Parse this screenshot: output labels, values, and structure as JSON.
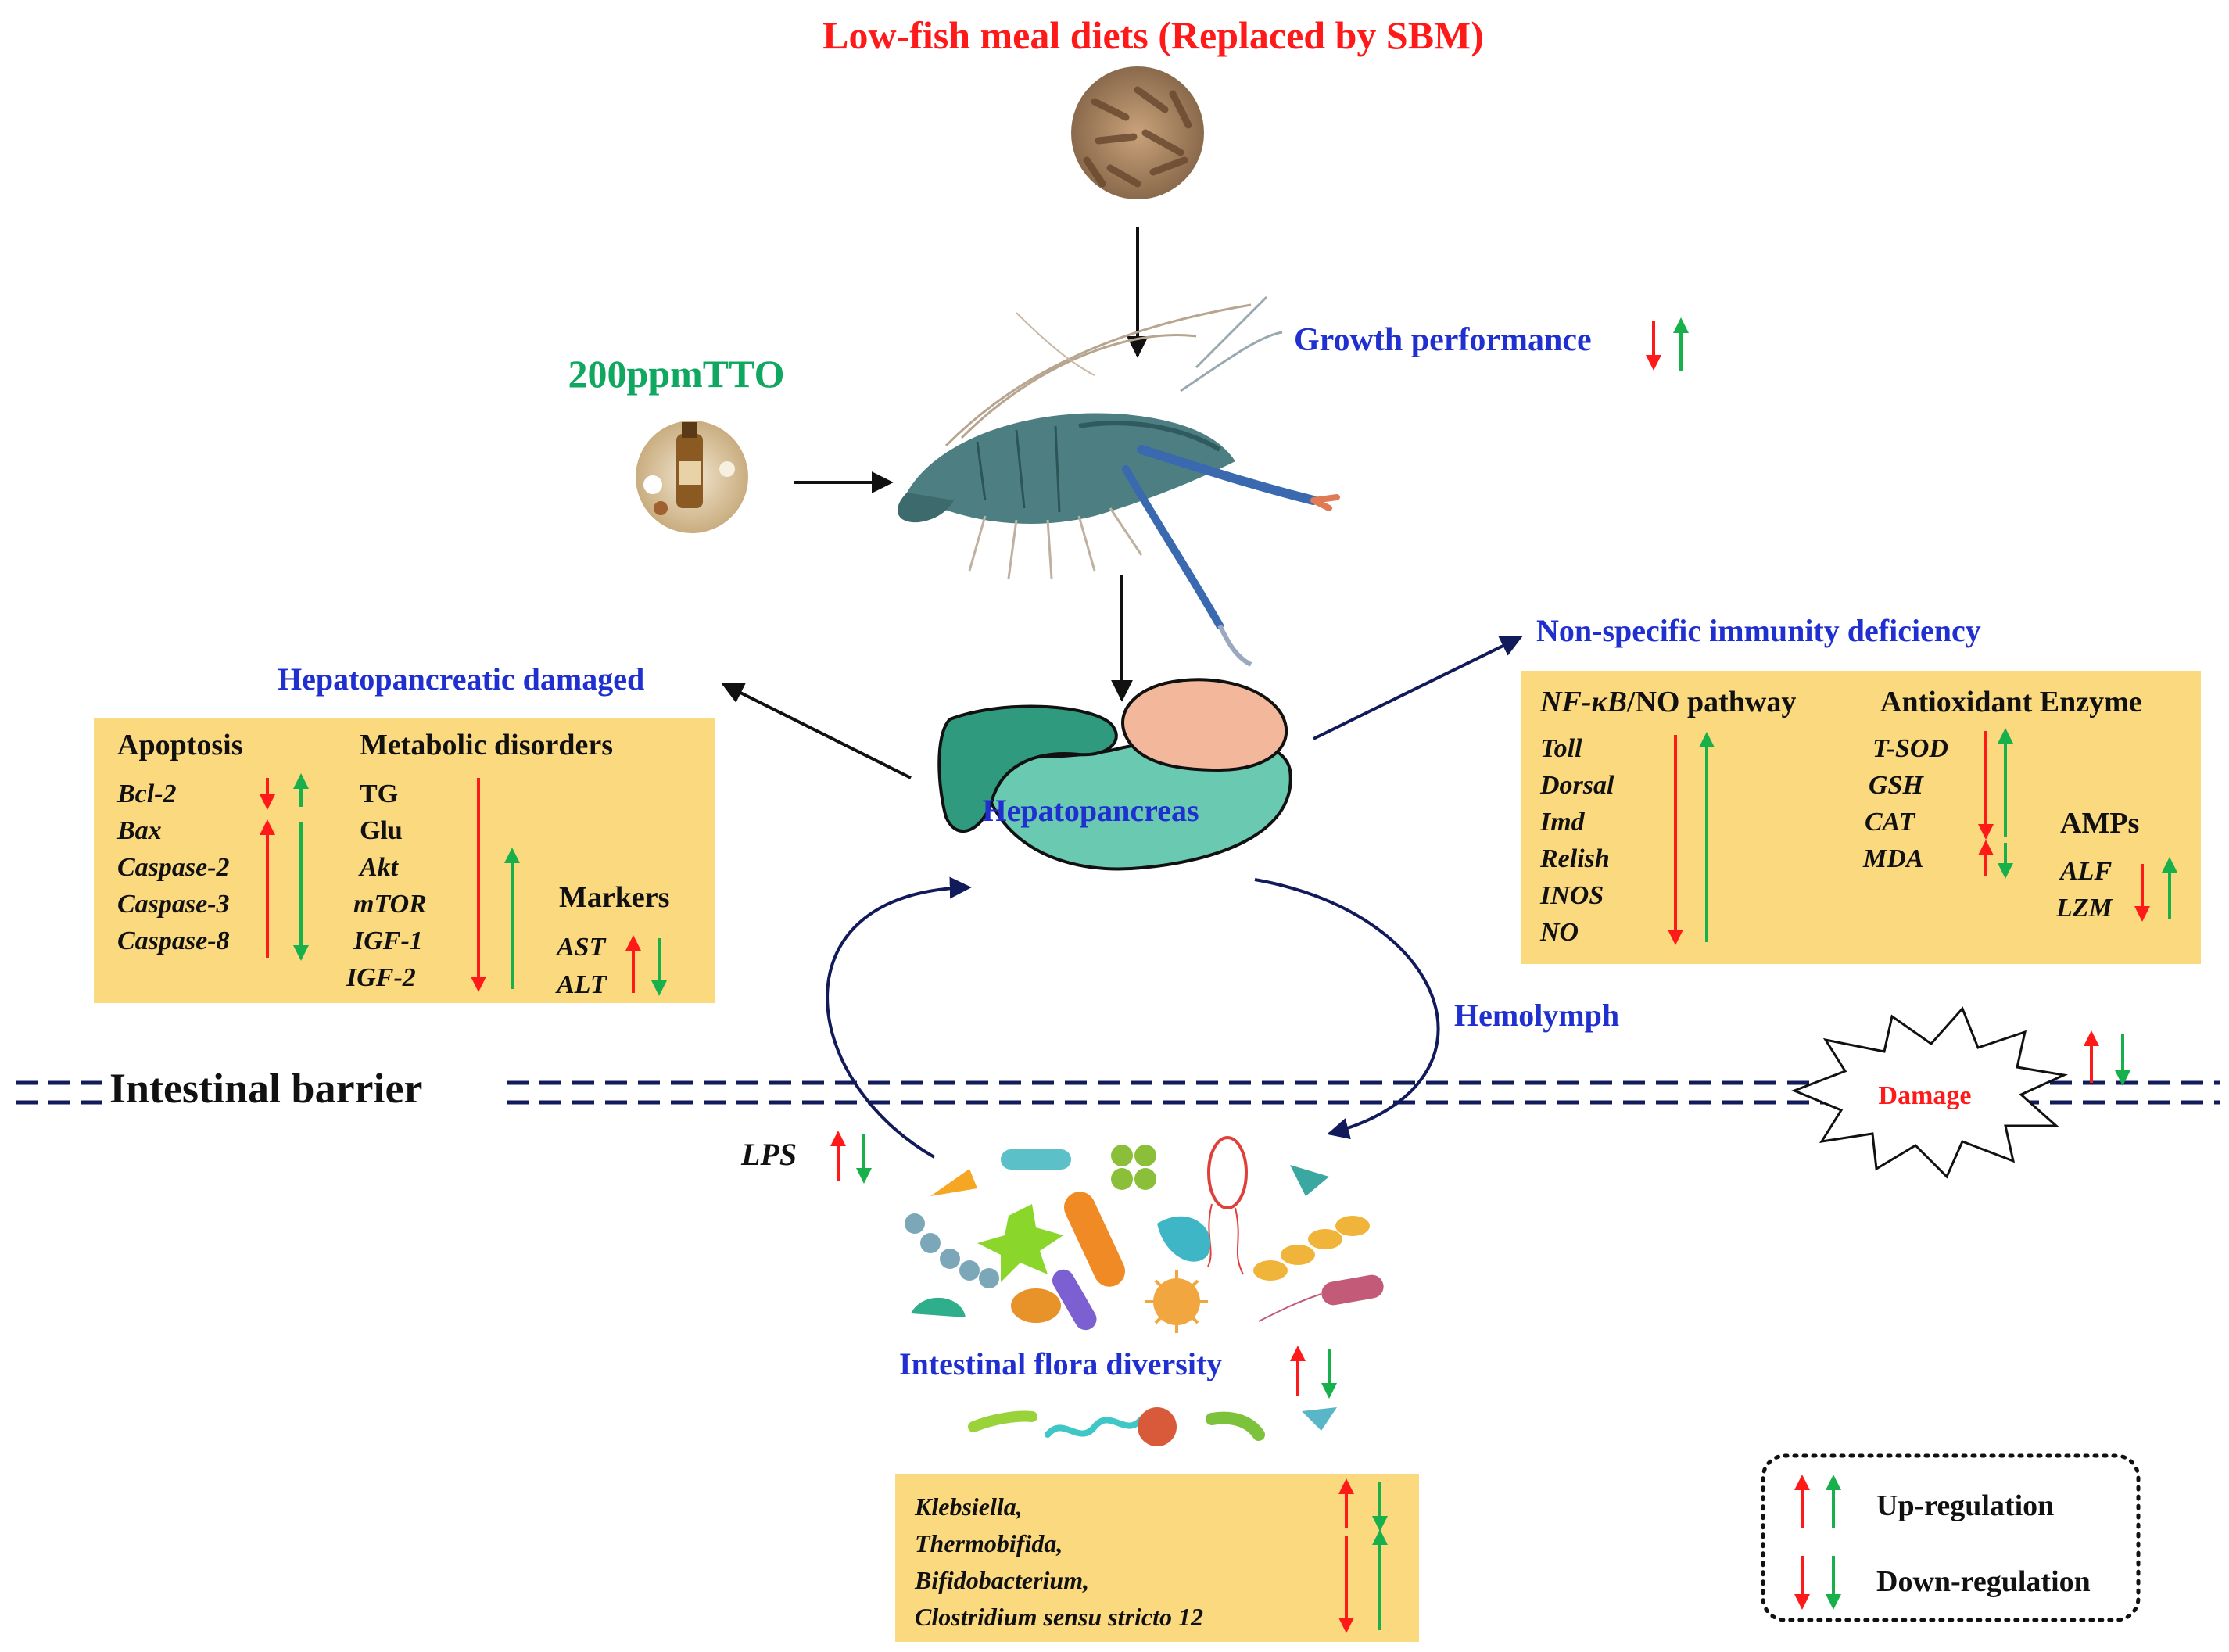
{
  "title": "Low-fish meal diets (Replaced by SBM)",
  "tto_label": "200ppmTTO",
  "growth_label": "Growth performance",
  "hepatopancreas_label": "Hepatopancreas",
  "hepatopancreatic_damaged": "Hepatopancreatic damaged",
  "nonspecific_immunity": "Non-specific immunity deficiency",
  "hemolymph": "Hemolymph",
  "intestinal_barrier": "Intestinal barrier",
  "damage": "Damage",
  "lps": "LPS",
  "flora_label": "Intestinal flora diversity",
  "left_box": {
    "apoptosis_title": "Apoptosis",
    "apoptosis_items": [
      "Bcl-2",
      "Bax",
      "Caspase-2",
      "Caspase-3",
      "Caspase-8"
    ],
    "metabolic_title": "Metabolic disorders",
    "metabolic_items": [
      "TG",
      "Glu",
      "Akt",
      "mTOR",
      "IGF-1",
      "IGF-2"
    ],
    "markers_title": "Markers",
    "markers_items": [
      "AST",
      "ALT"
    ]
  },
  "right_box": {
    "nfkb_title_italic": "NF-κB",
    "nfkb_title_rest": "/NO pathway",
    "nfkb_items": [
      "Toll",
      "Dorsal",
      "Imd",
      "Relish",
      "INOS",
      "NO"
    ],
    "antioxidant_title": "Antioxidant Enzyme",
    "antioxidant_items": [
      "T-SOD",
      "GSH",
      "CAT",
      "MDA"
    ],
    "amps_title": "AMPs",
    "amps_items": [
      "ALF",
      "LZM"
    ]
  },
  "bacteria_box": {
    "items": [
      "Klebsiella,",
      "Thermobifida,",
      "Bifidobacterium,",
      "Clostridium sensu stricto 12"
    ]
  },
  "legend": {
    "up": "Up-regulation",
    "down": "Down-regulation"
  },
  "colors": {
    "title_red": "#ff1a1a",
    "tto_green": "#10a860",
    "label_blue": "#1f2fd0",
    "box_fill": "#fbd97f",
    "arrow_red": "#ff1a1a",
    "arrow_green": "#17b04a",
    "navy": "#111a5a"
  }
}
